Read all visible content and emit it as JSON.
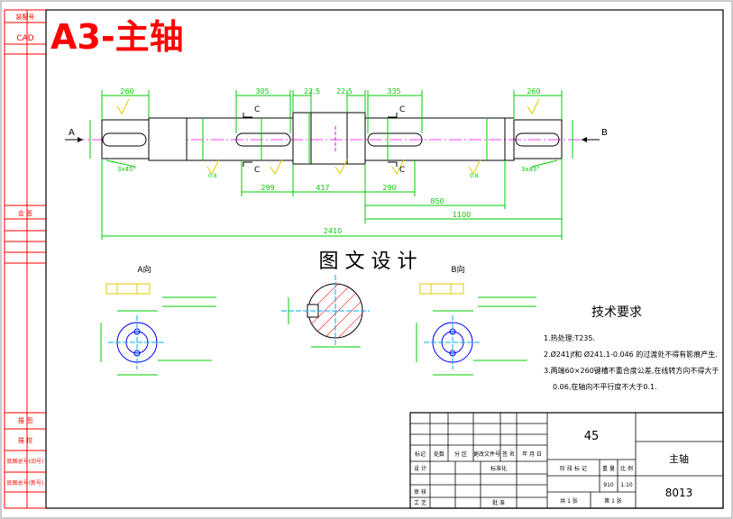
{
  "title": "A3-主轴",
  "side_labels": {
    "top1": "装配号",
    "cad": "CAD",
    "mid": "会 签",
    "b1": "描 图",
    "b2": "描 校",
    "b3": "底图总号(旧号)",
    "b4": "底图总号(新号)"
  },
  "center_label": "图 文 设 计",
  "view_a_label": "A向",
  "view_b_label": "B向",
  "section_letter": "C",
  "arrow_a": "A",
  "arrow_b": "B",
  "dims": {
    "d260_left": "260",
    "d305": "305",
    "d22_5_a": "22.5",
    "d22_5_b": "22.5",
    "d335": "335",
    "d260_right": "260",
    "d299": "299",
    "d417": "417",
    "d290": "290",
    "d850": "850",
    "d1100": "1100",
    "d2410": "2410",
    "chamfer_l": "3x45°",
    "chamfer_r": "3x45°",
    "r08a": "0.8",
    "r08b": "0.8"
  },
  "tech": {
    "heading": "技术要求",
    "line1": "1.热处理:T235.",
    "line2": "2.Ø241jf和 Ø241.1-0.046 的过渡处不得有影痕产生.",
    "line3": "3.两端60×260键槽不重合度公差,在线转方向不得大于",
    "line4": "0.06,在轴向不平行度不大于0.1."
  },
  "title_block": {
    "material": "45",
    "name": "主轴",
    "code": "8013",
    "scale_labels": [
      "阶 段 标 记",
      "重 量",
      "比 例"
    ],
    "weight": "910",
    "scale": "1:10",
    "sheets": "共 1 张",
    "sheet_no": "第 1 张",
    "rows": [
      "标记",
      "处数",
      "分 区",
      "更改文件号",
      "签 名",
      "年 月 日"
    ],
    "left_labels": [
      "设 计",
      "标准化",
      "审 核",
      "工 艺",
      "批 准"
    ]
  },
  "colors": {
    "frame": "#000000",
    "shaft": "#000000",
    "dim": "#00cc00",
    "yellow": "#e6c800",
    "blue": "#0000ff",
    "cyan": "#00aaff",
    "red": "#ff0000",
    "magenta": "#ff00ff",
    "title": "#ff0000"
  }
}
